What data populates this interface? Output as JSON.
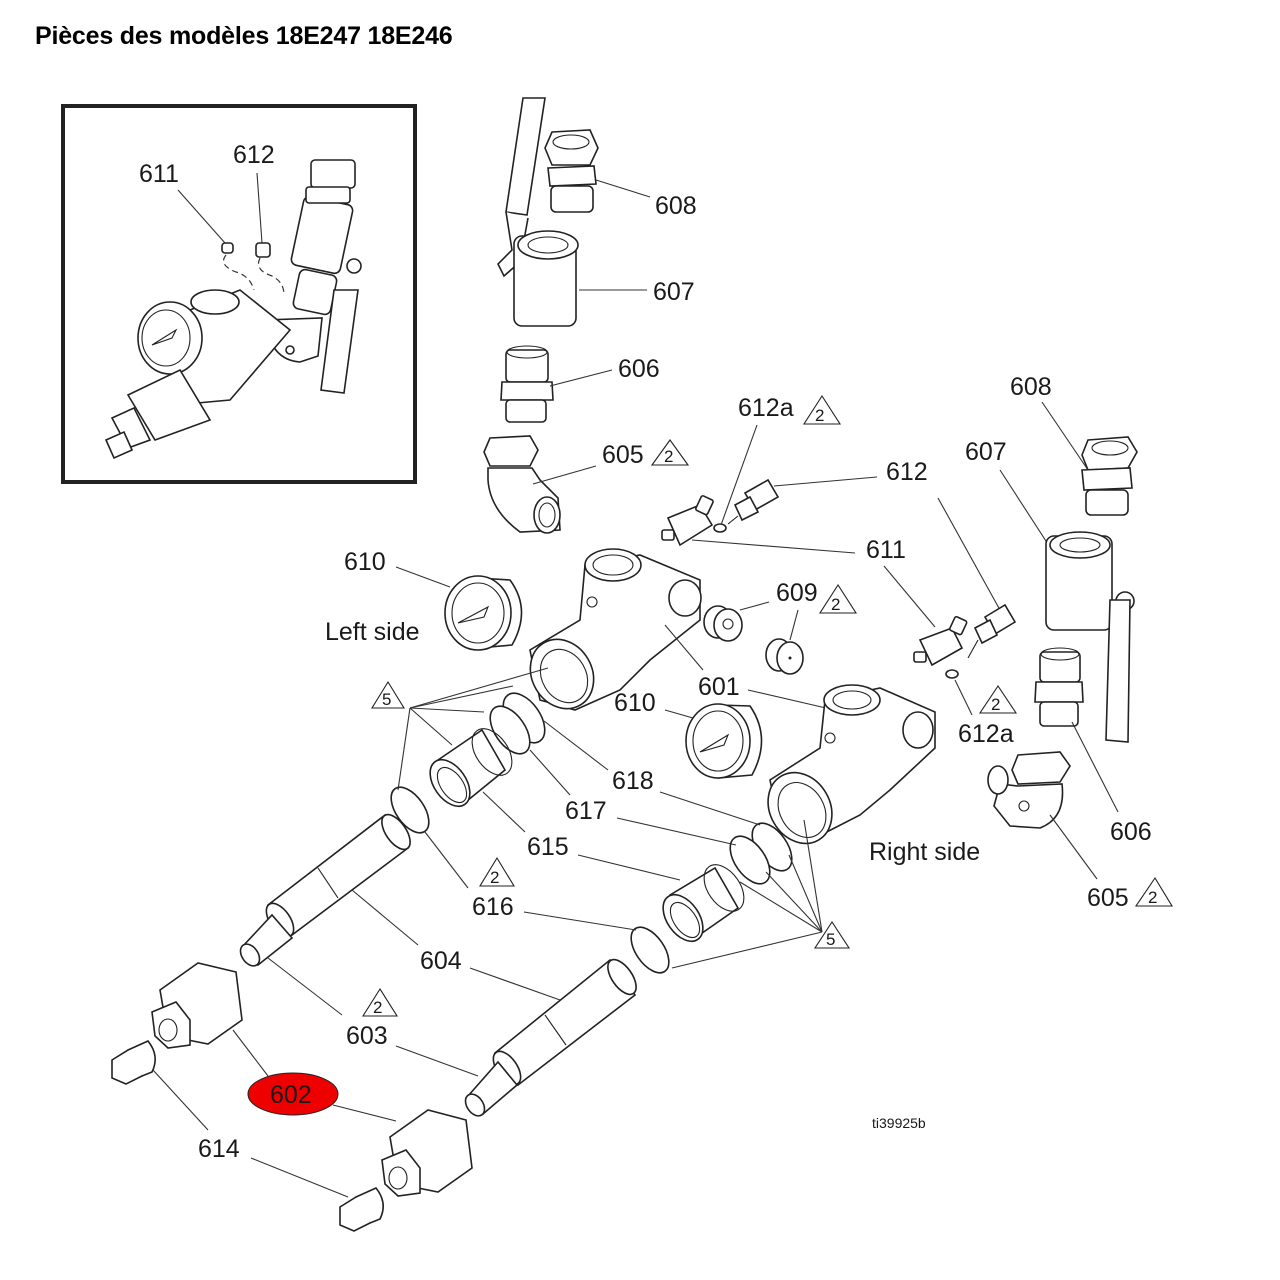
{
  "title": "Pièces des modèles 18E247 18E246",
  "figure_ref": "ti39925b",
  "side_labels": {
    "left": "Left side",
    "right": "Right side"
  },
  "highlight": {
    "part": "602",
    "color": "#ee0000"
  },
  "inset": {
    "labels": [
      "611",
      "612"
    ]
  },
  "callouts": [
    {
      "id": "608-left",
      "text": "608"
    },
    {
      "id": "607-left",
      "text": "607"
    },
    {
      "id": "606-left",
      "text": "606"
    },
    {
      "id": "605-left",
      "text": "605",
      "warning": "2"
    },
    {
      "id": "612a-top",
      "text": "612a",
      "warning": "2"
    },
    {
      "id": "612-top",
      "text": "612"
    },
    {
      "id": "611-top",
      "text": "611"
    },
    {
      "id": "611-right",
      "text": "611"
    },
    {
      "id": "608-right",
      "text": "608"
    },
    {
      "id": "607-right",
      "text": "607"
    },
    {
      "id": "610-left",
      "text": "610"
    },
    {
      "id": "609",
      "text": "609",
      "warning": "2"
    },
    {
      "id": "601",
      "text": "601"
    },
    {
      "id": "610-right",
      "text": "610"
    },
    {
      "id": "612a-right",
      "text": "612a",
      "warning": "2"
    },
    {
      "id": "618",
      "text": "618"
    },
    {
      "id": "617",
      "text": "617"
    },
    {
      "id": "615",
      "text": "615"
    },
    {
      "id": "616",
      "text": "616",
      "warning": "2"
    },
    {
      "id": "606-right",
      "text": "606"
    },
    {
      "id": "605-right",
      "text": "605",
      "warning": "2"
    },
    {
      "id": "604",
      "text": "604"
    },
    {
      "id": "603",
      "text": "603",
      "warning": "2"
    },
    {
      "id": "602",
      "text": "602"
    },
    {
      "id": "614",
      "text": "614"
    }
  ],
  "warning_triangles": {
    "five": "5",
    "two": "2"
  }
}
